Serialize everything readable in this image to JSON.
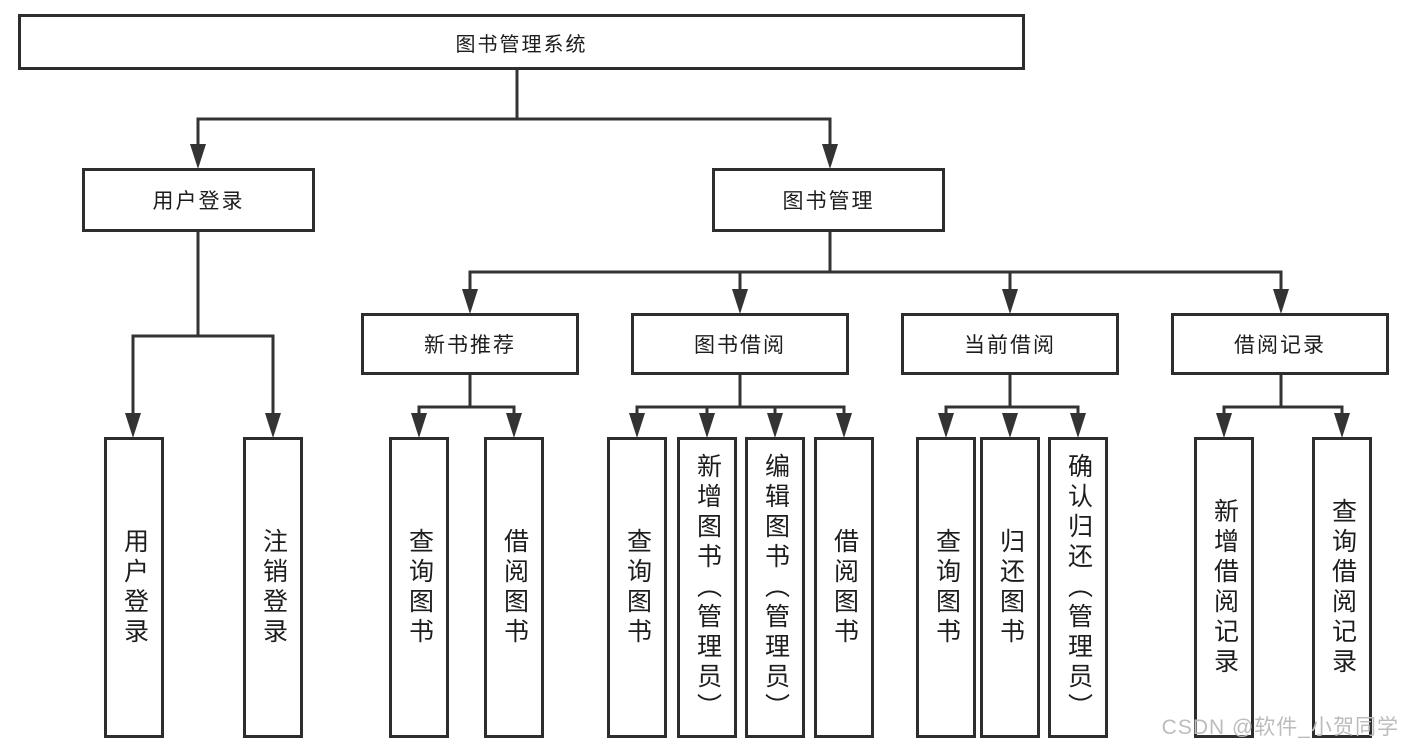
{
  "tree": {
    "root": {
      "label": "图书管理系统",
      "children": [
        {
          "label": "用户登录",
          "children": [
            {
              "label": "用户登录"
            },
            {
              "label": "注销登录"
            }
          ]
        },
        {
          "label": "图书管理",
          "children": [
            {
              "label": "新书推荐",
              "children": [
                {
                  "label": "查询图书"
                },
                {
                  "label": "借阅图书"
                }
              ]
            },
            {
              "label": "图书借阅",
              "children": [
                {
                  "label": "查询图书"
                },
                {
                  "label": "新增图书（管理员）"
                },
                {
                  "label": "编辑图书（管理员）"
                },
                {
                  "label": "借阅图书"
                }
              ]
            },
            {
              "label": "当前借阅",
              "children": [
                {
                  "label": "查询图书"
                },
                {
                  "label": "归还图书"
                },
                {
                  "label": "确认归还（管理员）"
                }
              ]
            },
            {
              "label": "借阅记录",
              "children": [
                {
                  "label": "新增借阅记录"
                },
                {
                  "label": "查询借阅记录"
                }
              ]
            }
          ]
        }
      ]
    }
  },
  "watermark": {
    "text": "CSDN @软件_小贺同学"
  },
  "colors": {
    "line": "#333333",
    "border": "#2d2d2d",
    "text": "#1d1d1d",
    "background": "#ffffff",
    "watermark": "#bcbcbc"
  }
}
